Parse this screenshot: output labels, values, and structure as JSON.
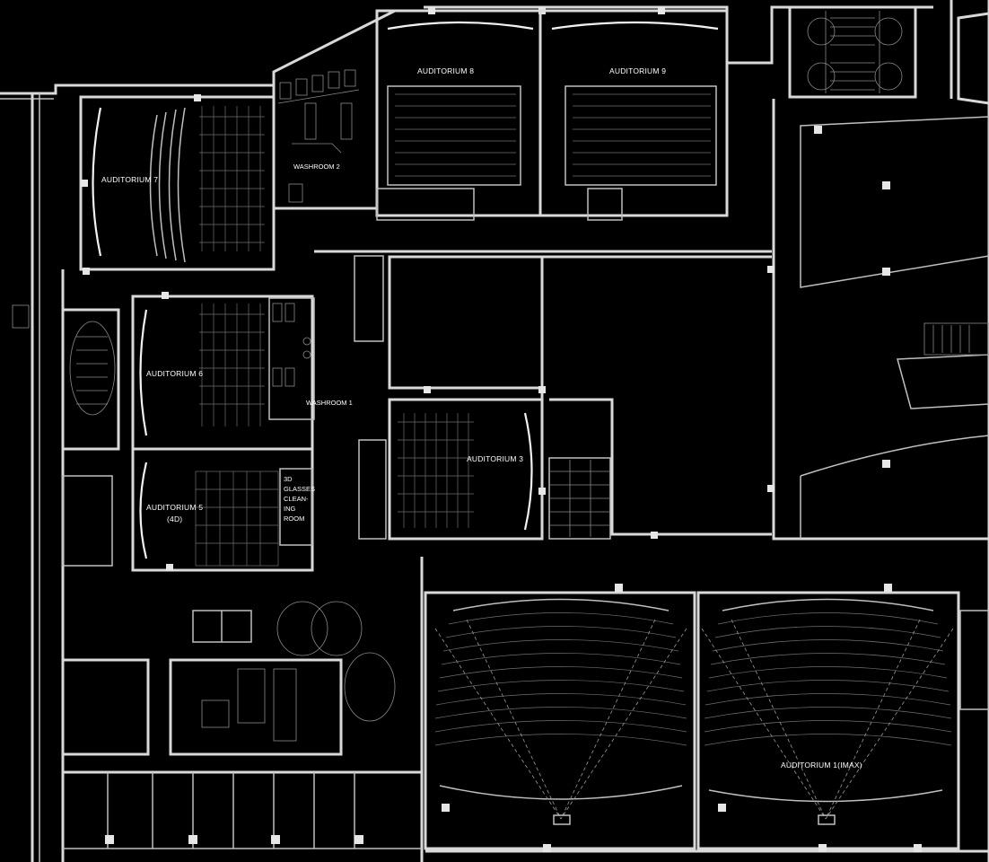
{
  "rooms": {
    "auditorium_7": "AUDITORIUM 7",
    "auditorium_8": "AUDITORIUM 8",
    "auditorium_9": "AUDITORIUM 9",
    "auditorium_6": "AUDITORIUM 6",
    "auditorium_5": "AUDITORIUM 5",
    "auditorium_5_sub": "(4D)",
    "auditorium_3": "AUDITORIUM 3",
    "auditorium_1": "AUDITORIUM 1(IMAX)",
    "washroom_2": "WASHROOM 2",
    "washroom_1": "WASHROOM 1",
    "glasses_room": [
      "3D",
      "GLASSES",
      "CLEAN-",
      "ING",
      "ROOM"
    ]
  },
  "colors": {
    "background": "#000000",
    "line": "#d9d9d9",
    "text": "#ffffff"
  }
}
